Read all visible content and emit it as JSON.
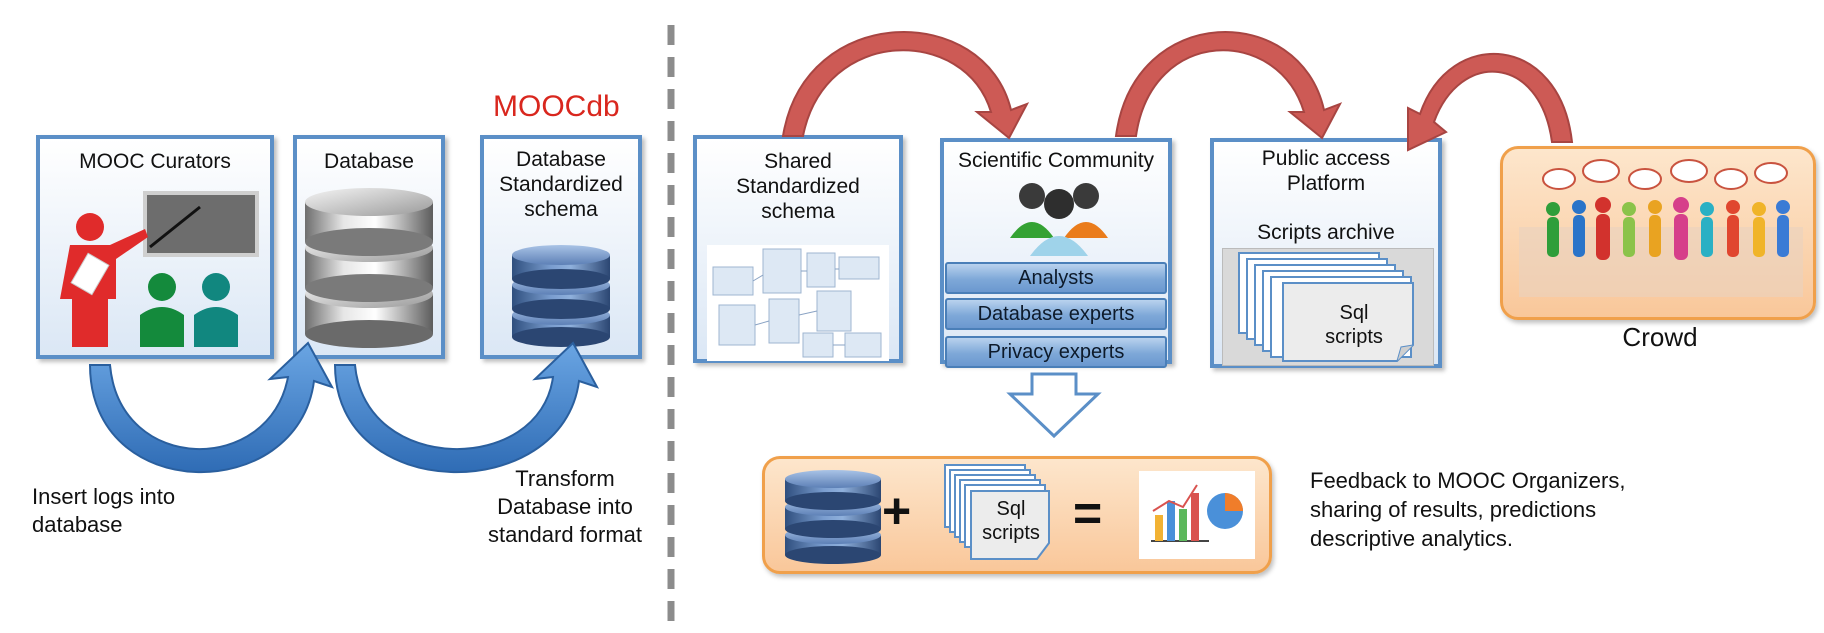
{
  "left": {
    "moocdb_title": "MOOCdb",
    "curators_box": {
      "title": "MOOC Curators"
    },
    "database_box": {
      "title": "Database"
    },
    "schema_box": {
      "title": "Database Standardized schema"
    },
    "insert_label": "Insert logs into database",
    "transform_label": "Transform Database into standard format"
  },
  "right": {
    "shared_box": {
      "title": "Shared Standardized schema"
    },
    "community_box": {
      "title": "Scientific Community",
      "roles": [
        "Analysts",
        "Database experts",
        "Privacy experts"
      ]
    },
    "platform_box": {
      "title": "Public access Platform",
      "subtitle": "Scripts archive",
      "scripts_label": "Sql scripts"
    },
    "crowd_label": "Crowd",
    "result": {
      "plus": "+",
      "equals": "=",
      "scripts_label": "Sql scripts"
    },
    "feedback_text": "Feedback to MOOC Organizers, sharing of results, predictions descriptive analytics."
  },
  "colors": {
    "box_border": "#5b8fc7",
    "moocdb_red": "#d9271e",
    "arrow_blue": "#3d7cc9",
    "arrow_red": "#cd5a55",
    "orange_border": "#f0a04b"
  },
  "icons": [
    "teacher-icon",
    "metal-database-icon",
    "blue-database-icon",
    "schema-diagram-icon",
    "people-group-icon",
    "script-stack-icon",
    "crowd-icon",
    "chart-icon"
  ]
}
